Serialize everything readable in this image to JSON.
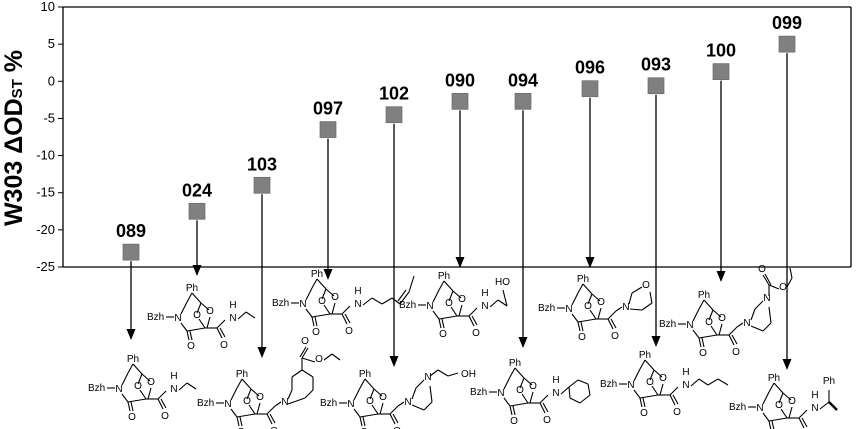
{
  "chart_data": {
    "type": "scatter",
    "ylabel": "W303 ΔOD",
    "ylabel_subscript": "ST",
    "ylabel_suffix": " %",
    "ylim": [
      -25,
      10
    ],
    "yticks": [
      10,
      5,
      0,
      -5,
      -10,
      -15,
      -20,
      -25
    ],
    "grid": false,
    "marker_color": "#808080",
    "points": [
      {
        "label": "089",
        "y": -23
      },
      {
        "label": "024",
        "y": -17.5
      },
      {
        "label": "103",
        "y": -14
      },
      {
        "label": "097",
        "y": -6.5
      },
      {
        "label": "102",
        "y": -4.5
      },
      {
        "label": "090",
        "y": -2.7
      },
      {
        "label": "094",
        "y": -2.7
      },
      {
        "label": "096",
        "y": -1
      },
      {
        "label": "093",
        "y": -0.6
      },
      {
        "label": "100",
        "y": 1.3
      },
      {
        "label": "099",
        "y": 5
      }
    ],
    "structure_atom_labels": {
      "bzh": "Bzh",
      "n": "N",
      "o": "O",
      "ph": "Ph",
      "h": "H",
      "oh": "OH",
      "ho": "HO"
    }
  }
}
